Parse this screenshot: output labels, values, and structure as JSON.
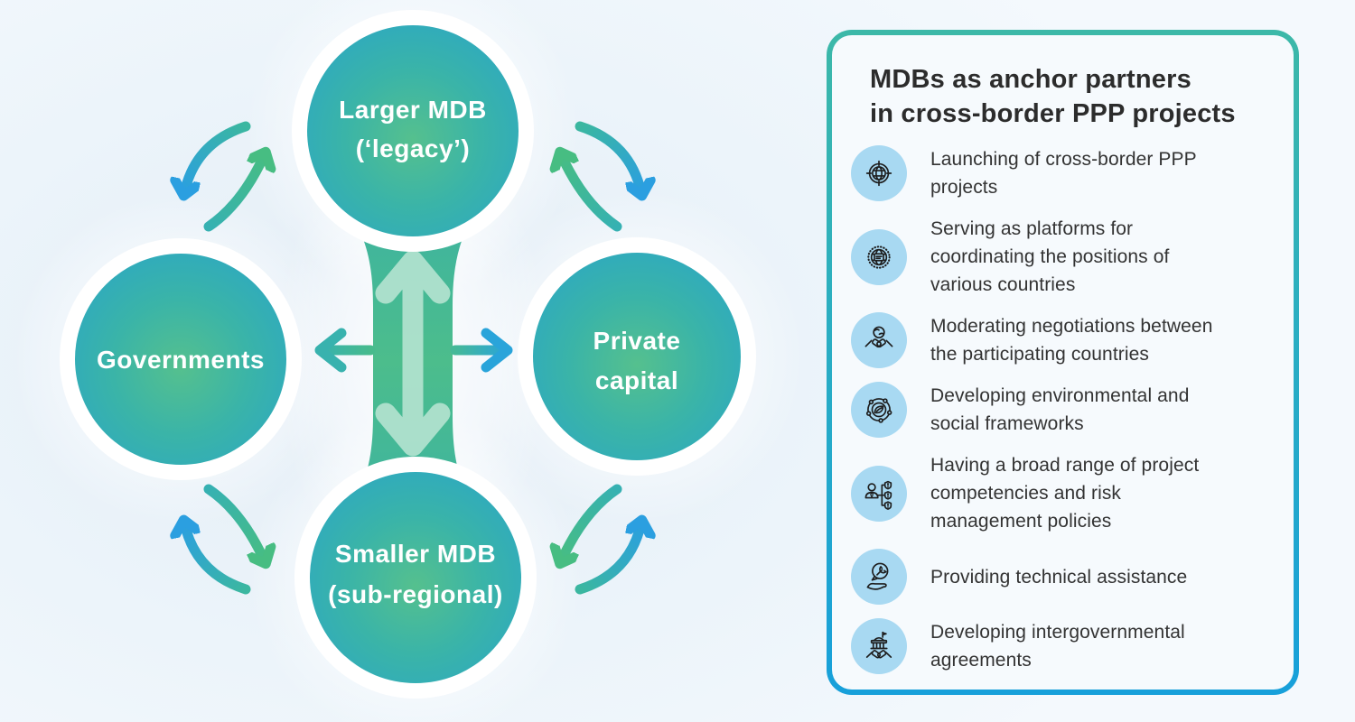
{
  "diagram": {
    "nodes": [
      {
        "id": "larger-mdb",
        "lines": [
          "Larger MDB",
          "(‘legacy’)"
        ]
      },
      {
        "id": "governments",
        "lines": [
          "Governments"
        ]
      },
      {
        "id": "private-capital",
        "lines": [
          "Private",
          "capital"
        ]
      },
      {
        "id": "smaller-mdb",
        "lines": [
          "Smaller MDB",
          "(sub-regional)"
        ]
      }
    ],
    "connections": [
      {
        "from": "larger-mdb",
        "to": "smaller-mdb",
        "type": "thick-two-way-trunk"
      },
      {
        "from": "larger-mdb",
        "to": "governments",
        "type": "curved-two-way"
      },
      {
        "from": "larger-mdb",
        "to": "private-capital",
        "type": "curved-two-way"
      },
      {
        "from": "smaller-mdb",
        "to": "governments",
        "type": "curved-two-way"
      },
      {
        "from": "smaller-mdb",
        "to": "private-capital",
        "type": "curved-two-way"
      },
      {
        "from": "trunk",
        "to": "governments",
        "type": "straight-arrow"
      },
      {
        "from": "trunk",
        "to": "private-capital",
        "type": "straight-arrow"
      }
    ]
  },
  "panel": {
    "title_lines": [
      "MDBs as anchor partners",
      "in cross-border PPP projects"
    ],
    "items": [
      {
        "icon": "globe-target-icon",
        "lines": [
          "Launching of cross-border PPP",
          "projects"
        ]
      },
      {
        "icon": "globe-platforms-icon",
        "lines": [
          "Serving as platforms for",
          "coordinating the positions of",
          "various countries"
        ]
      },
      {
        "icon": "globe-handshake-icon",
        "lines": [
          "Moderating negotiations between",
          "the participating countries"
        ]
      },
      {
        "icon": "environment-network-icon",
        "lines": [
          "Developing environmental and",
          "social frameworks"
        ]
      },
      {
        "icon": "person-shields-icon",
        "lines": [
          "Having a broad range of project",
          "competencies and risk",
          "management policies"
        ]
      },
      {
        "icon": "technical-assistance-icon",
        "lines": [
          "Providing technical assistance"
        ]
      },
      {
        "icon": "intergovernmental-agreement-icon",
        "lines": [
          "Developing intergovernmental",
          "agreements"
        ]
      }
    ]
  },
  "colors": {
    "panel_border_top": "#3cb8a8",
    "panel_border_bottom": "#17a0da",
    "panel_background": "#f6fafd",
    "page_background": "#ecf4fa",
    "circle_center_green": "#55c08e",
    "circle_edge_teal": "#2aa5c9",
    "trunk_green": "#4cbd8c",
    "arrow_blue": "#2b9fe0",
    "arrow_green": "#47bd82",
    "icon_circle_blue": "#a8d9f2",
    "text_dark": "#333333",
    "node_text": "#ffffff"
  }
}
